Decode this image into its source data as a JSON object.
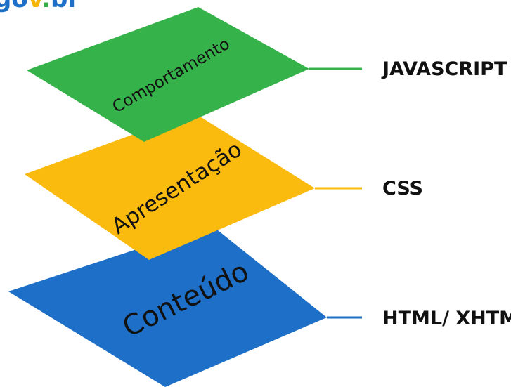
{
  "logo": {
    "text": "gov.br",
    "colors": {
      "g_o": "#1d6fc8",
      "v": "#f4b400",
      "dot": "#2fae3f",
      "br": "#1d6fc8"
    }
  },
  "layers": [
    {
      "id": "conteudo",
      "label": "Conteúdo",
      "technology": "HTML/ XHTML",
      "color": "#1d6fc8"
    },
    {
      "id": "apresentacao",
      "label": "Apresentação",
      "technology": "CSS",
      "color": "#fbbb0e"
    },
    {
      "id": "comportamento",
      "label": "Comportamento",
      "technology": "JAVASCRIPT",
      "color": "#36b24a"
    }
  ]
}
